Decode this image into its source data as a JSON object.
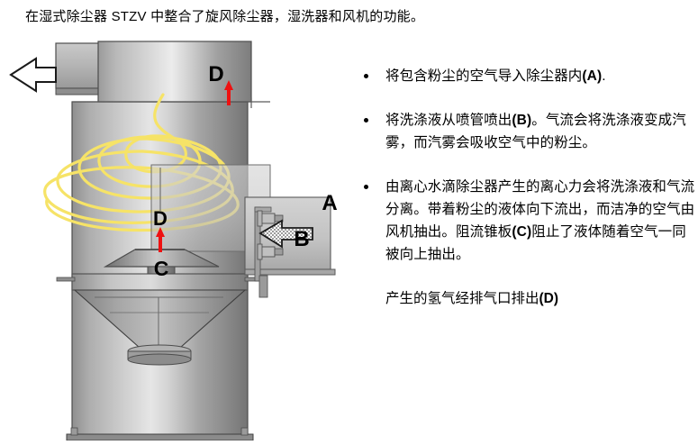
{
  "header": {
    "text": "在湿式除尘器 STZV 中整合了旋风除尘器，湿洗器和风机的功能。"
  },
  "diagram": {
    "name": "wet-dust-collector-stzv-cutaway",
    "labels": {
      "outlet_top": "D",
      "outlet_middle": "D",
      "cone_baffle": "C",
      "inlet": "A",
      "spray_nozzle": "B"
    },
    "colors": {
      "metal_light": "#d8d8d8",
      "metal_mid": "#a8a8a8",
      "metal_dark": "#6e6e6e",
      "metal_edge": "#4a4a4a",
      "airflow_spiral": "#f5e36a",
      "red_arrow": "#ee1111",
      "inlet_arrow_fill": "#ffffff",
      "background": "#ffffff"
    }
  },
  "notes": {
    "bullets": [
      {
        "id": "bullet-inlet-air",
        "parts": [
          {
            "t": "将包含粉尘的空气导入除尘器内",
            "b": false
          },
          {
            "t": "(A)",
            "b": true
          },
          {
            "t": ".",
            "b": false
          }
        ]
      },
      {
        "id": "bullet-spray-liquid",
        "parts": [
          {
            "t": "将洗涤液从喷管喷出",
            "b": false
          },
          {
            "t": "(B)",
            "b": true
          },
          {
            "t": "。气流会将洗涤液变成汽雾，而汽雾会吸收空气中的粉尘。",
            "b": false
          }
        ]
      },
      {
        "id": "bullet-centrifugal-separation",
        "parts": [
          {
            "t": "由离心水滴除尘器产生的离心力会将洗涤液和气流分离。带着粉尘的液体向下流出，而洁净的空气由风机抽出。阻流锥板",
            "b": false
          },
          {
            "t": "(C)",
            "b": true
          },
          {
            "t": "阻止了液体随着空气一同被向上抽出。",
            "b": false
          }
        ]
      }
    ],
    "tail": {
      "id": "note-exhaust",
      "parts": [
        {
          "t": "产生的氢气经排气口排出",
          "b": false
        },
        {
          "t": "(D)",
          "b": true
        }
      ]
    }
  }
}
